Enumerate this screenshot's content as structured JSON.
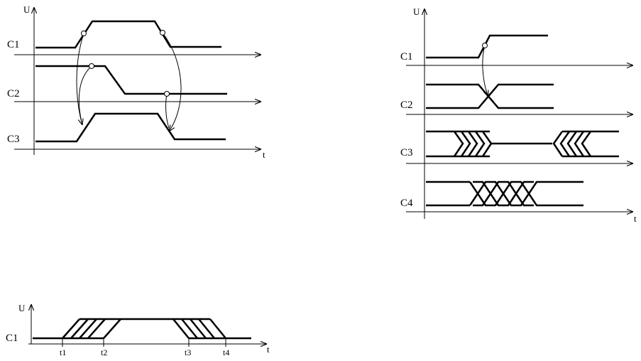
{
  "colors": {
    "ink": "#000000",
    "background": "#ffffff"
  },
  "diagram_a": {
    "y_label": "U",
    "t_label": "t",
    "rows": [
      {
        "label": "C1"
      },
      {
        "label": "C2"
      },
      {
        "label": "C3"
      }
    ]
  },
  "diagram_b": {
    "y_label": "U",
    "t_label": "t",
    "rows": [
      {
        "label": "C1"
      },
      {
        "label": "C2"
      },
      {
        "label": "C3"
      },
      {
        "label": "C4"
      }
    ]
  },
  "diagram_c": {
    "y_label": "U",
    "t_label": "t",
    "row_label": "C1",
    "ticks": [
      "t1",
      "t2",
      "t3",
      "t4"
    ]
  }
}
